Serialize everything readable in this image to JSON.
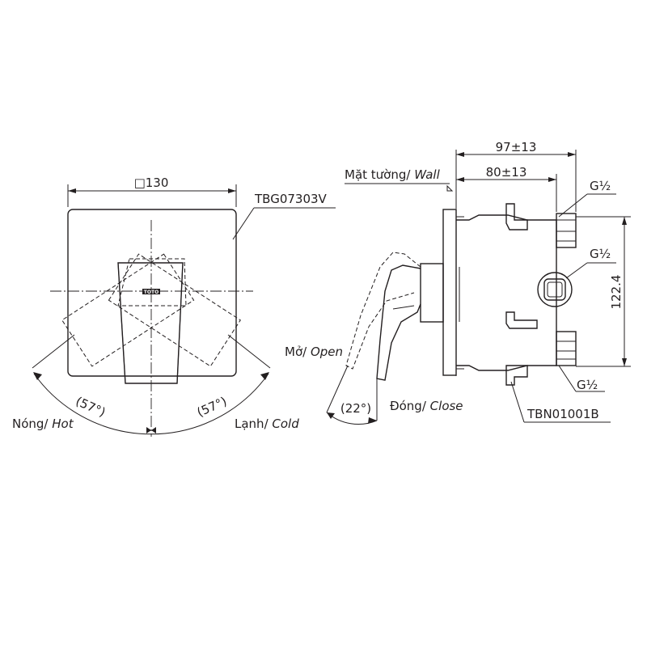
{
  "front_view": {
    "size_label": "□130",
    "cover_code": "TBG07303V",
    "hot_angle": "(57°)",
    "cold_angle": "(57°)",
    "hot_label": {
      "text": "Nóng/",
      "italic": "Hot"
    },
    "cold_label": {
      "text": "Lạnh/",
      "italic": "Cold"
    },
    "logo": "TOTO"
  },
  "side_view": {
    "wall_label": {
      "text": "Mặt tường/",
      "italic": "Wall"
    },
    "dim_total": "97±13",
    "dim_depth": "80±13",
    "dim_height": "122.4",
    "thread_top": "G½",
    "thread_mid": "G½",
    "thread_bottom": "G½",
    "open_label": {
      "text": "Mở/",
      "italic": "Open"
    },
    "close_label": {
      "text": "Đóng/",
      "italic": "Close"
    },
    "open_angle": "(22°)",
    "body_code": "TBN01001B"
  }
}
